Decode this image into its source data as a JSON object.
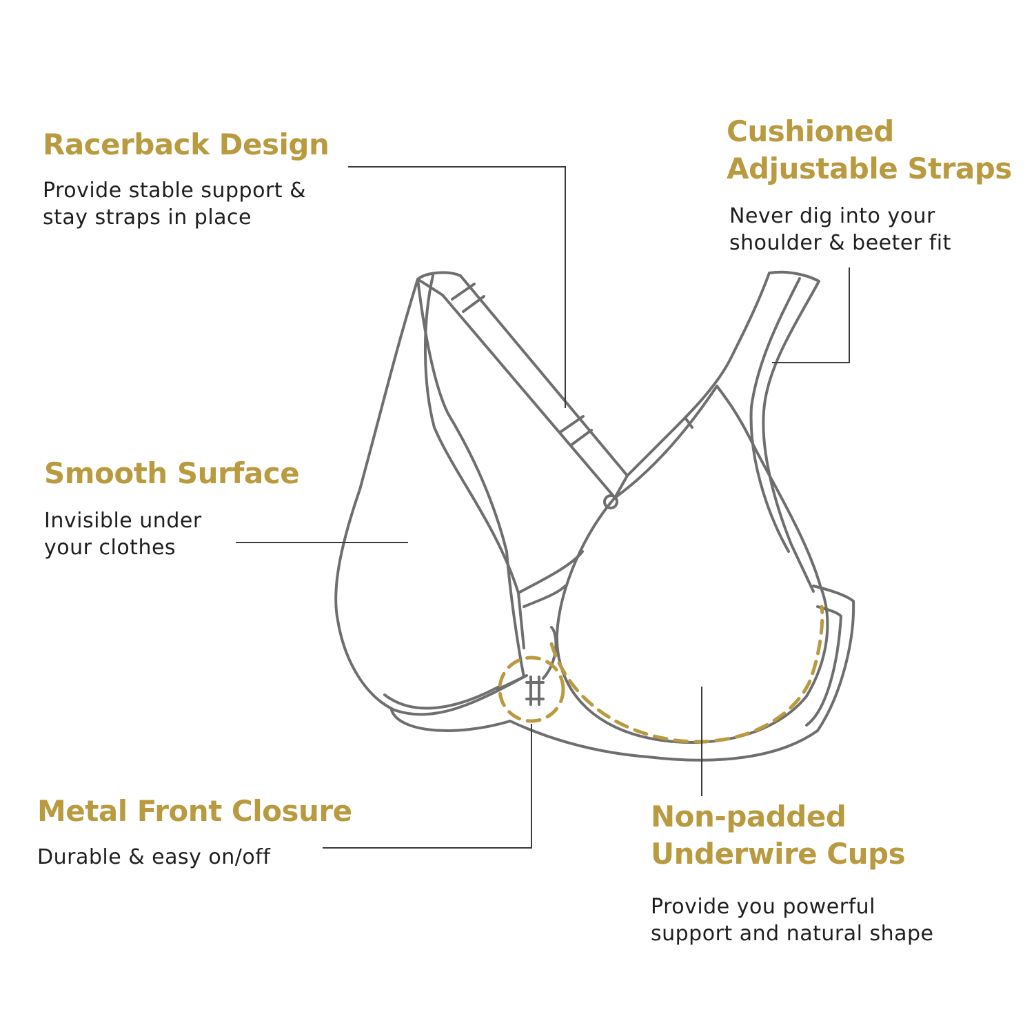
{
  "colors": {
    "accent": "#b99a3f",
    "outline": "#6e6e6e",
    "leader": "#3a3a3a",
    "text": "#1e1e1e"
  },
  "features": {
    "racerback": {
      "title": [
        "Racerback Design"
      ],
      "desc": [
        "Provide stable support &",
        "stay straps in place"
      ]
    },
    "straps": {
      "title": [
        "Cushioned",
        "Adjustable Straps"
      ],
      "desc": [
        "Never dig into your",
        "shoulder & beeter fit"
      ]
    },
    "surface": {
      "title": [
        "Smooth Surface"
      ],
      "desc": [
        "Invisible under",
        "your clothes"
      ]
    },
    "closure": {
      "title": [
        "Metal Front Closure"
      ],
      "desc": [
        "Durable & easy on/off"
      ]
    },
    "cups": {
      "title": [
        "Non-padded",
        "Underwire Cups"
      ],
      "desc": [
        "Provide you powerful",
        "support and natural shape"
      ]
    }
  }
}
